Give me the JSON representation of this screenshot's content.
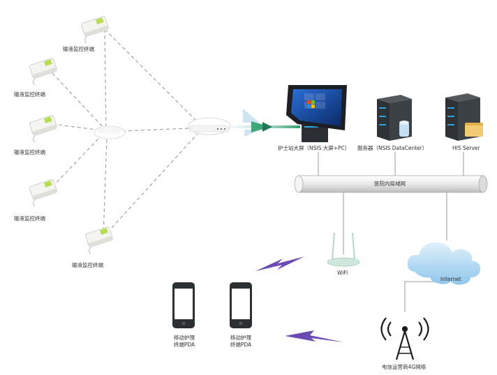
{
  "labels": {
    "terminal_1": "输液监控终端",
    "terminal_2": "输液监控终端",
    "terminal_3": "输液监控终端",
    "terminal_4": "输液监控终端",
    "terminal_5": "输液监控终端",
    "nurse_screen": "护士站大屏（NSIS 大屏+PC）",
    "datacenter": "服务器（NSIS DataCenter）",
    "his_server": "HIS Server",
    "lan": "医院内局域网",
    "wifi": "WiFi",
    "internet": "Internet",
    "pda_1_line1": "移动护理",
    "pda_1_line2": "终端PDA",
    "pda_2_line1": "移动护理",
    "pda_2_line2": "终端PDA",
    "cell_tower": "电信运营商4G网络"
  },
  "colors": {
    "dashed_link": "#9a9a9a",
    "lan_bus": "#eeeeee",
    "signal_bolt": "#6b4bb3",
    "cloud": "#bfe0f4",
    "server_body": "#2e3236",
    "server_led": "#2aa3e0",
    "wifi_router": "#cfe8de",
    "device_display": "#b7de52"
  }
}
